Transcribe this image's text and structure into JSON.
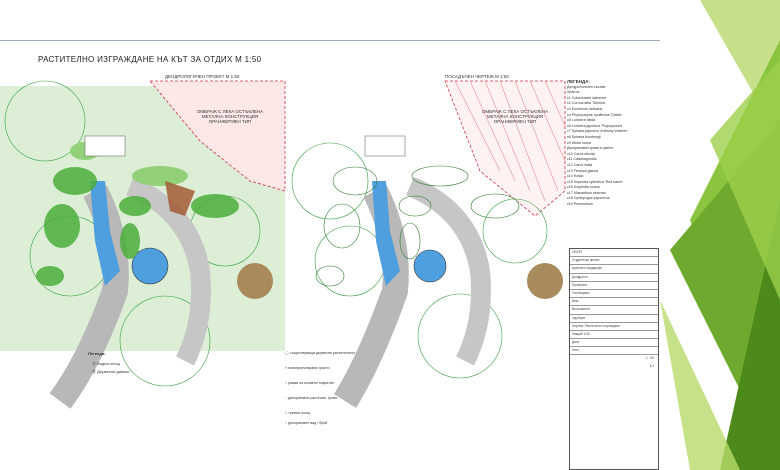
{
  "sheet": {
    "title": "РАСТИТЕЛНО ИЗГРАЖДАНЕ НА КЪТ ЗА ОТДИХ  М 1:50",
    "plan_left_label": "ДЕНДРОЛОГИЧЕН ПРОЕКТ  М 1:50",
    "plan_right_label": "ПОСАДЪЧЕН ЧЕРТЕЖ  М 1:50",
    "note_left": "ОМБРАЖ С ЛЕКА ОСТЪКЛЕНА МЕТАЛНА КОНСТРУКЦИЯ ОРАНЖЕРИЕН ТИП",
    "note_right": "ОМБРАЖ С ЛЕКА ОСТЪКЛЕНА МЕТАЛНА КОНСТРУКЦИЯ ОРАНЖЕРИЕН ТИП"
  },
  "legend": {
    "title": "ЛЕГЕНДА:",
    "subtitle": "Дендрологичен състав:",
    "shrubs_heading": "Храсти:",
    "shrubs": [
      "с1   Cotoneaster dammeri",
      "с2   Cornus alba 'Sibirica'",
      "с3   Euonimus radicans",
      "с4   Physocarpus opulifolius 'Diablo'",
      "с5   Lonicera nitida",
      "с6   Lonicera japonica 'Purpurpurea'",
      "с7   Spiraea japonica 'Anthony Waterer'",
      "с8   Spiraea thunbergii",
      "с9   Weka rosea"
    ],
    "grasses_heading": "Декоративни треви и цветя:",
    "grasses": [
      "с10  Carex elecita",
      "с11  Calamagrostis",
      "с12  Carex elata",
      "с13  Festuca glauca",
      "с14  Hosta",
      "с15  Imperata cylindrica 'Red baron'",
      "с16  Kniphofia uvaria",
      "с17  Miscanthus sinensis",
      "с18  Ophiopogon japonicus",
      "с19  Pennisetum"
    ]
  },
  "bottom_legend": {
    "title": "Легенда:",
    "items": [
      "Водна площ",
      "Дървесни дивачи"
    ]
  },
  "symbols": [
    "съществуваща дървесна растителност",
    "новопроектирани храсти",
    "рамки на почвено покритие",
    "декоративни растения, треви",
    "тревна площ",
    "декоративен вид / брой"
  ],
  "title_block": {
    "rows": [
      "ОБЕКТ",
      "Студентски проект",
      "Архитект-ландшафт",
      "Дендролог",
      "Проектант",
      "Съгласувал",
      "Инж.",
      "Възложител",
      "Одобрил",
      "Чертеж: Растително изграждане",
      "Мащаб 1:50",
      "Дата",
      "Лист"
    ],
    "scale": "1 : 50",
    "sheet_no": "4.2"
  },
  "colors": {
    "accent_light": "#a8cf3c",
    "accent_dark": "#5b8a19",
    "lawn": "#d7ecd0",
    "water": "#4f9fdf",
    "path": "#bfbfbf",
    "shrubs": "#4cae3c",
    "pergola": "#e1a7a7",
    "wood": "#a88a5c"
  }
}
